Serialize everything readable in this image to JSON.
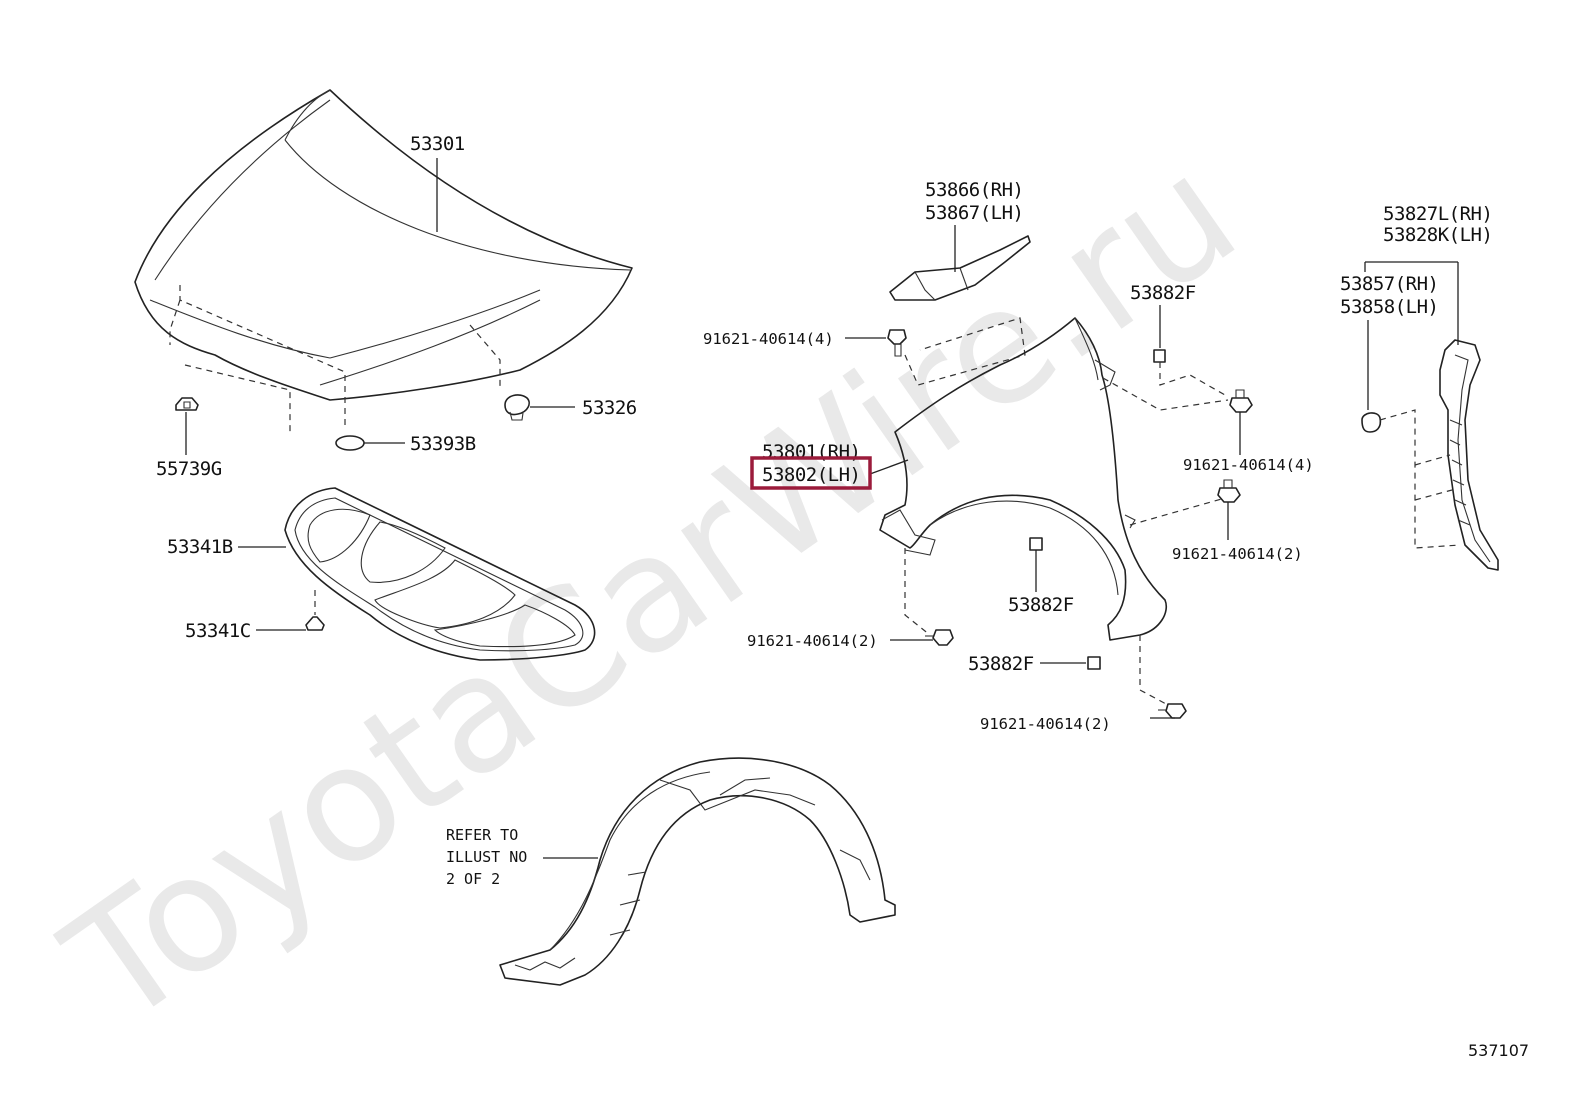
{
  "watermark": "ToyotaCarWire.ru",
  "illustration_id": "537107",
  "highlighted_part": "53802(LH)",
  "labels": {
    "hood": "53301",
    "hood_clip_left": "55739G",
    "hood_cushion": "53326",
    "hood_seal": "53393B",
    "insulator": "53341B",
    "insulator_clip": "53341C",
    "fender_top_rh": "53866(RH)",
    "fender_top_lh": "53867(LH)",
    "bolt_top": "91621-40614(4)",
    "fender_rh": "53801(RH)",
    "fender_lh": "53802(LH)",
    "nut_top": "53882F",
    "bolt_right_upper": "91621-40614(4)",
    "bolt_right_mid": "91621-40614(2)",
    "nut_mid": "53882F",
    "bolt_lower_left": "91621-40614(2)",
    "nut_lower": "53882F",
    "bolt_bottom": "91621-40614(2)",
    "seal_rh": "53827L(RH)",
    "seal_lh": "53828K(LH)",
    "clip_rh": "53857(RH)",
    "clip_lh": "53858(LH)"
  },
  "liner_note": [
    "REFER TO",
    "ILLUST NO",
    "2 OF 2"
  ],
  "icons": {
    "bolt": "bolt-icon",
    "nut": "nut-icon",
    "clip": "clip-icon"
  },
  "colors": {
    "highlight": "#9b1b3b",
    "watermark": "#e9e9e9"
  }
}
